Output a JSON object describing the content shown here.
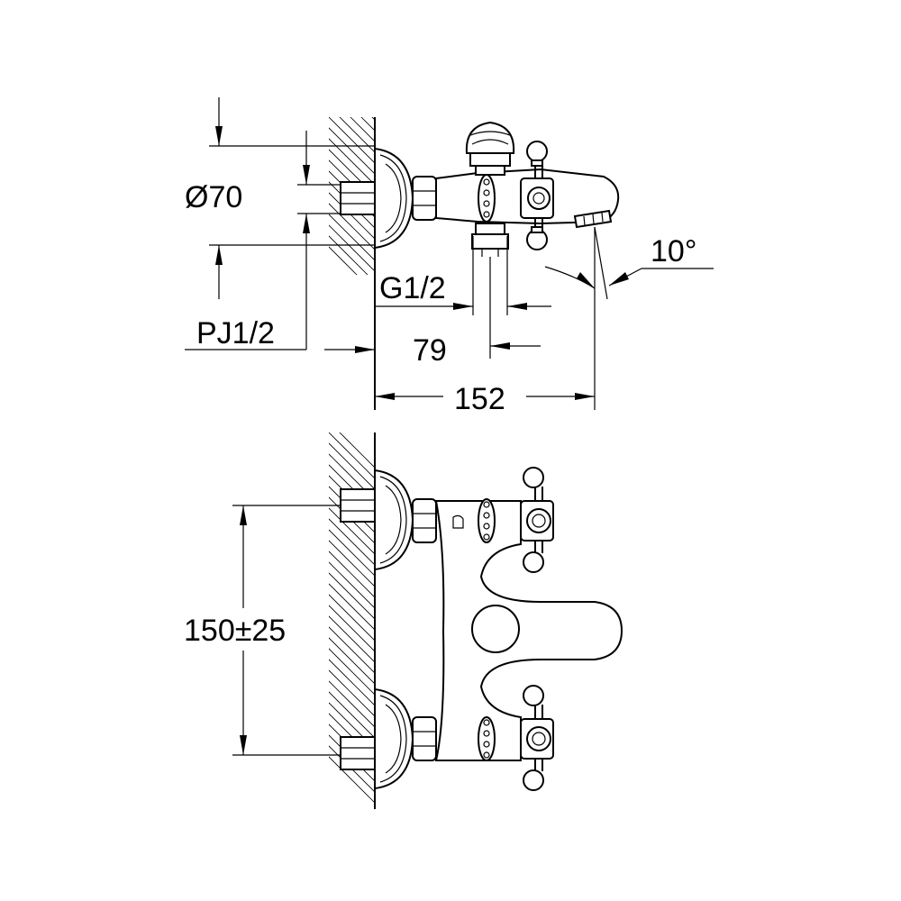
{
  "dimensions": {
    "diameter": "Ø70",
    "inlet_thread": "PJ1/2",
    "outlet_thread": "G1/2",
    "outlet_distance": "79",
    "total_depth": "152",
    "spout_angle": "10°",
    "inlet_spacing": "150±25"
  }
}
